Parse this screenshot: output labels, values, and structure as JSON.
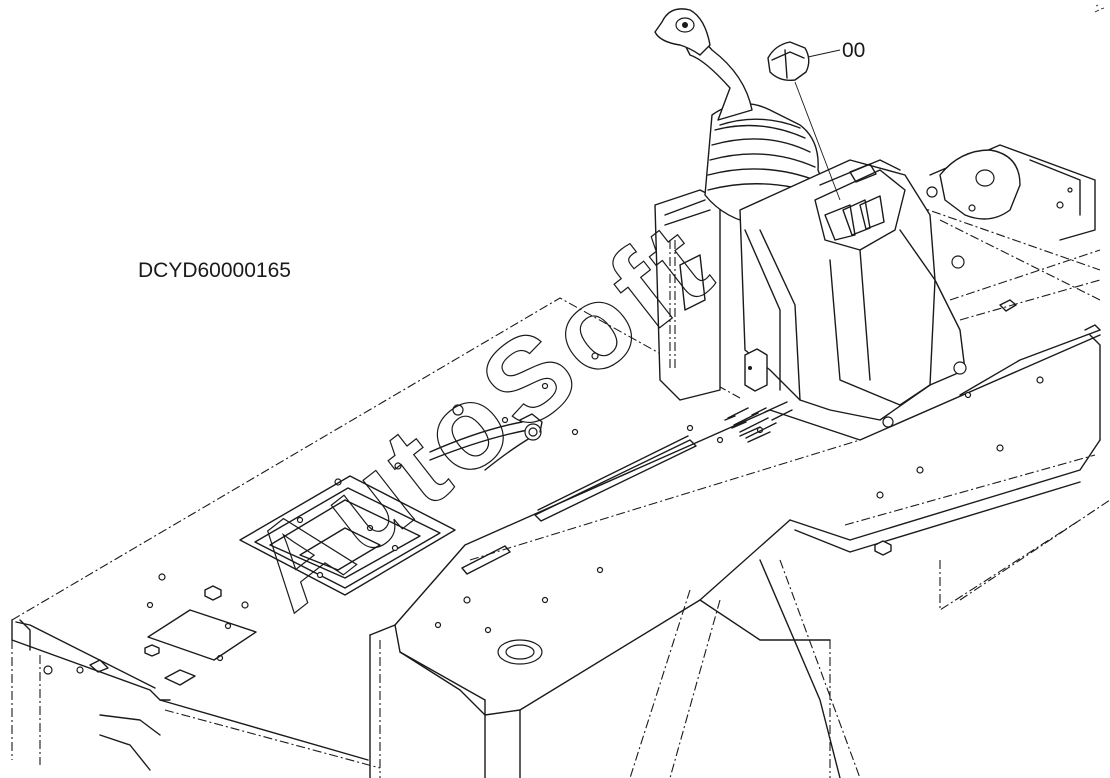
{
  "diagram": {
    "drawing_id": "DCYD60000165",
    "callout_label": "00",
    "watermark_text": "AutoSoft",
    "colors": {
      "line": "#1a1a1a",
      "background": "#ffffff"
    }
  }
}
